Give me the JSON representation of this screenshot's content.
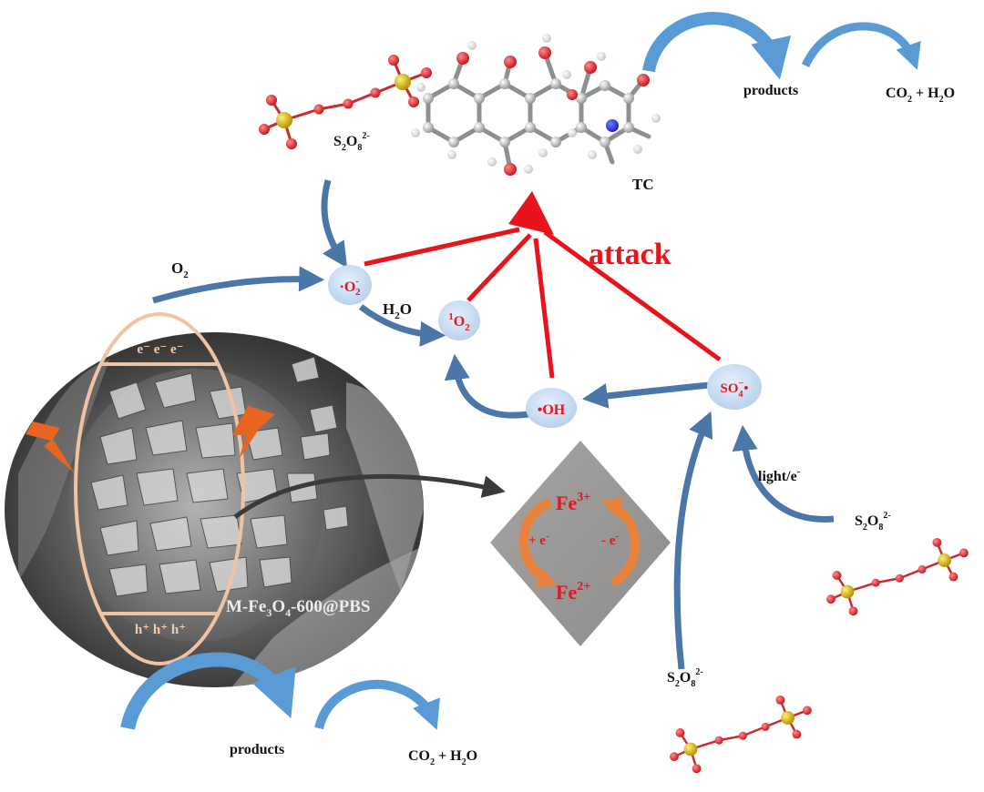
{
  "labels": {
    "o2": "O",
    "o2_sub": "2",
    "h2o": "H",
    "h2o_sub": "2",
    "h2o_end": "O",
    "attack": "attack",
    "tc": "TC",
    "light": "light/e",
    "light_sup": "-",
    "sem_main": "M-Fe",
    "sem_sub1": "3",
    "sem_mid": "O",
    "sem_sub2": "4",
    "sem_end": "-600@PBS",
    "electrons": "e⁻ e⁻ e⁻",
    "holes": "h⁺ h⁺ h⁺"
  },
  "persulfate": {
    "base1": "S",
    "sub1": "2",
    "base2": "O",
    "sub2": "8",
    "sup": "2-"
  },
  "products": {
    "label": "products",
    "co2_a": "CO",
    "co2_sub": "2",
    "co2_b": " + H",
    "h2o_sub": "2",
    "co2_c": "O"
  },
  "species": {
    "superoxide_a": "·O",
    "superoxide_sup": "-",
    "superoxide_sub": "2",
    "singlet_sup": "1",
    "singlet_a": "O",
    "singlet_sub": "2",
    "hydroxyl": "•OH",
    "sulfate_a": "SO",
    "sulfate_sub": "4",
    "sulfate_sup": "−",
    "sulfate_dot": "•"
  },
  "iron": {
    "fe3": "Fe",
    "fe3_sup": "3+",
    "fe2": "Fe",
    "fe2_sup": "2+",
    "plus_e": "+ e",
    "minus_e": "- e",
    "e_sup": "-"
  },
  "colors": {
    "blue_arrow": "#4a76a8",
    "light_blue_arrow": "#5b9bd5",
    "attack_red": "#e8141b",
    "bubble": "#c9dcf2",
    "diamond": "#9c9a99",
    "orange": "#e8823a",
    "peach": "#f0c3a4",
    "oxygen_atom": "#e3262b",
    "sulfur_atom": "#d8b300"
  }
}
